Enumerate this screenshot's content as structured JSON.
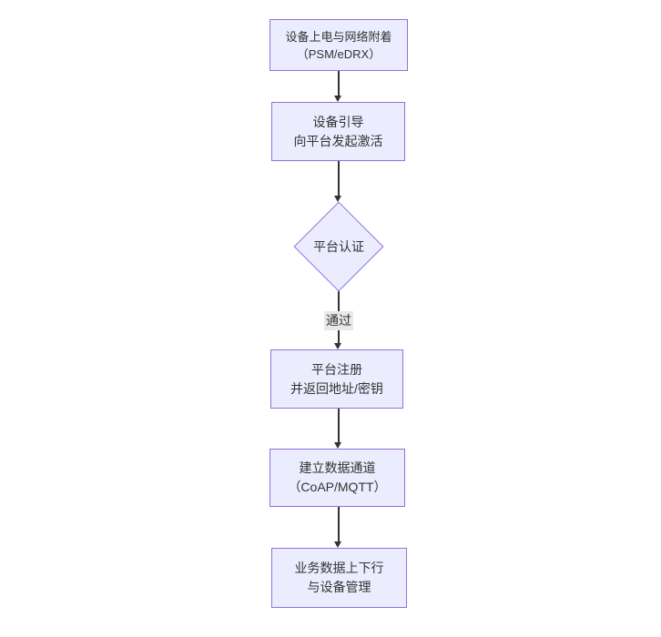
{
  "flowchart": {
    "nodes": {
      "power_attach": {
        "line1": "设备上电与网络附着",
        "line2": "（PSM/eDRX）"
      },
      "bootstrap": {
        "line1": "设备引导",
        "line2": "向平台发起激活"
      },
      "auth": {
        "label": "平台认证"
      },
      "register": {
        "line1": "平台注册",
        "line2": "并返回地址/密钥"
      },
      "channel": {
        "line1": "建立数据通道",
        "line2": "（CoAP/MQTT）"
      },
      "business": {
        "line1": "业务数据上下行",
        "line2": "与设备管理"
      }
    },
    "edges": {
      "auth_pass_label": "通过"
    },
    "colors": {
      "background": "#ffffff",
      "node_fill": "#ECECFF",
      "node_border": "#9370DB",
      "text": "#333333",
      "edge": "#333333",
      "edge_label_bg": "#e8e8e8"
    }
  }
}
